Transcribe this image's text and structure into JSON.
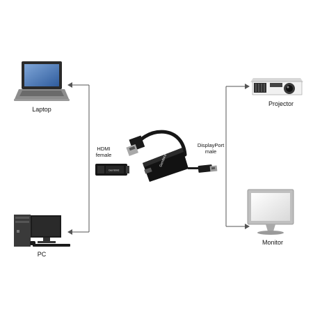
{
  "devices": {
    "laptop": "Laptop",
    "pc": "PC",
    "projector": "Projector",
    "monitor": "Monitor"
  },
  "connectors": {
    "hdmi": [
      "HDMI",
      "female"
    ],
    "displayport": [
      "DisplayPort",
      "male"
    ]
  },
  "product": {
    "brand": "Gembird"
  },
  "colors": {
    "line": "#555555",
    "adapter_body": "#121212",
    "screen_blue": "#3f6fb3"
  }
}
